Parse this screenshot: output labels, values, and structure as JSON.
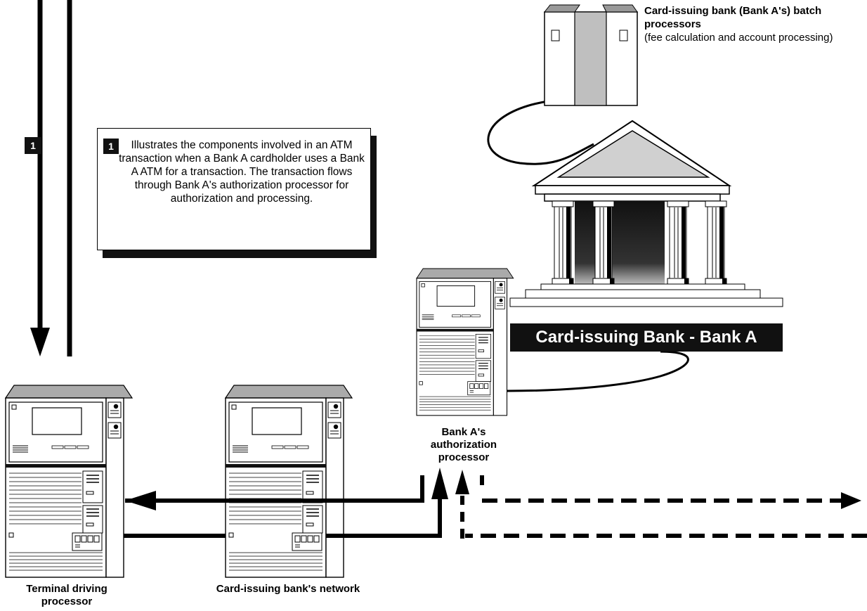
{
  "flow_badge": "1",
  "callout": {
    "number": "1",
    "text": "Illustrates the components involved in an ATM transaction when a Bank A cardholder uses a Bank A ATM for a transaction.  The transaction flows through Bank A's authorization processor for authorization and processing."
  },
  "batch_label": {
    "title": "Card-issuing bank (Bank A's) batch processors",
    "subtitle": "(fee calculation and account processing)"
  },
  "bank_banner": "Card-issuing Bank - Bank A",
  "auth_label": "Bank A's authorization processor",
  "terminal_label": "Terminal driving processor",
  "network_label": "Card-issuing bank's network",
  "colors": {
    "ink": "#111111",
    "roof": "#d0d0d0",
    "paper": "#ffffff"
  }
}
